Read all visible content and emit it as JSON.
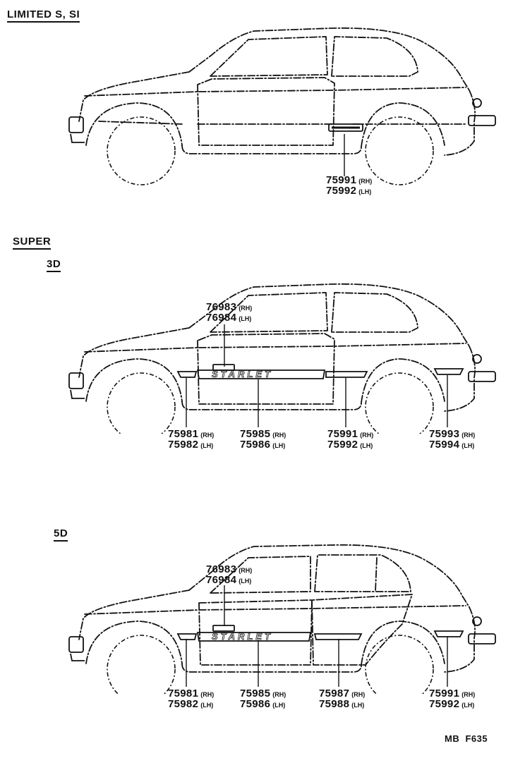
{
  "sections": {
    "limited": {
      "title": "LIMITED S, SI"
    },
    "super": {
      "title": "SUPER"
    },
    "three_door": {
      "title": "3D"
    },
    "five_door": {
      "title": "5D"
    }
  },
  "emblem_text": "STARLET",
  "parts": {
    "d1": [
      {
        "num": "75991",
        "side": "(RH)"
      },
      {
        "num": "75992",
        "side": "(LH)"
      }
    ],
    "d2": [
      {
        "num": "76983",
        "side": "(RH)"
      },
      {
        "num": "76984",
        "side": "(LH)"
      },
      {
        "num": "75981",
        "side": "(RH)"
      },
      {
        "num": "75982",
        "side": "(LH)"
      },
      {
        "num": "75985",
        "side": "(RH)"
      },
      {
        "num": "75986",
        "side": "(LH)"
      },
      {
        "num": "75991",
        "side": "(RH)"
      },
      {
        "num": "75992",
        "side": "(LH)"
      },
      {
        "num": "75993",
        "side": "(RH)"
      },
      {
        "num": "75994",
        "side": "(LH)"
      }
    ],
    "d3": [
      {
        "num": "76983",
        "side": "(RH)"
      },
      {
        "num": "76984",
        "side": "(LH)"
      },
      {
        "num": "75981",
        "side": "(RH)"
      },
      {
        "num": "75982",
        "side": "(LH)"
      },
      {
        "num": "75985",
        "side": "(RH)"
      },
      {
        "num": "75986",
        "side": "(LH)"
      },
      {
        "num": "75987",
        "side": "(RH)"
      },
      {
        "num": "75988",
        "side": "(LH)"
      },
      {
        "num": "75991",
        "side": "(RH)"
      },
      {
        "num": "75992",
        "side": "(LH)"
      }
    ]
  },
  "footer": {
    "code": "MB  F635"
  }
}
